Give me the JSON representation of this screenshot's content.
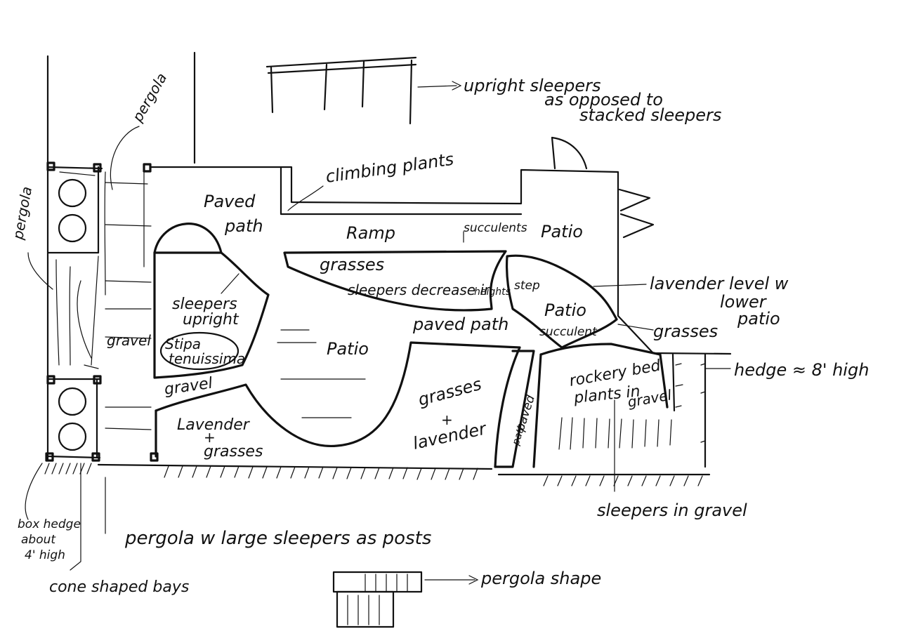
{
  "labels": {
    "pergola_top": "pergola",
    "pergola_side": "pergola",
    "upright_1": "upright sleepers",
    "upright_2": "as opposed to",
    "upright_3": "stacked sleepers",
    "climbing": "climbing plants",
    "paved_path_top_1": "Paved",
    "paved_path_top_2": "path",
    "ramp": "Ramp",
    "succulents_top": "succulents",
    "patio_top": "Patio",
    "grasses_mid": "grasses",
    "sleepers_decrease": "sleepers decrease in",
    "heights": "heights",
    "step": "step",
    "lavender_level_1": "lavender level w",
    "lavender_level_2": "lower",
    "lavender_level_3": "patio",
    "sleepers_upright_1": "sleepers",
    "sleepers_upright_2": "upright",
    "stipa_1": "Stipa",
    "stipa_2": "tenuissima",
    "gravel_left": "gravel",
    "patio_center": "Patio",
    "paved_path_mid": "paved path",
    "patio_small": "Patio",
    "succulent": "succulent",
    "grasses_right": "grasses",
    "hedge": "hedge ≈ 8' high",
    "gravel_lower": "gravel",
    "lavender_1": "Lavender",
    "lavender_2": "+",
    "lavender_3": "grasses",
    "grasses_lav_1": "grasses",
    "grasses_lav_2": "+",
    "grasses_lav_3": "lavender",
    "paved_path_small_1": "paved",
    "paved_path_small_2": "path",
    "rockery_1": "rockery bed",
    "rockery_2": "plants in",
    "rockery_3": "gravel",
    "sleepers_gravel": "sleepers in gravel",
    "box_hedge_1": "box hedge",
    "box_hedge_2": "about",
    "box_hedge_3": "4' high",
    "pergola_note": "pergola w large sleepers as posts",
    "cone_bays": "cone shaped bays",
    "pergola_shape": "pergola shape"
  }
}
